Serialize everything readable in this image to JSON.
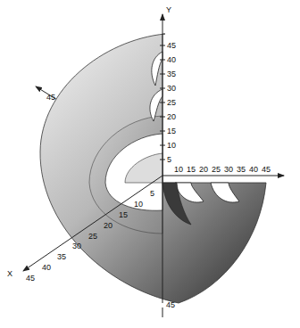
{
  "diagram": {
    "labels": [
      "Y",
      "45",
      "40",
      "35",
      "30",
      "25",
      "20",
      "15",
      "10",
      "5",
      "45",
      "10",
      "15",
      "20",
      "25",
      "30",
      "35",
      "40",
      "45",
      "5",
      "10",
      "15",
      "20",
      "25",
      "30",
      "35",
      "40",
      "45",
      "X",
      "45"
    ]
  }
}
